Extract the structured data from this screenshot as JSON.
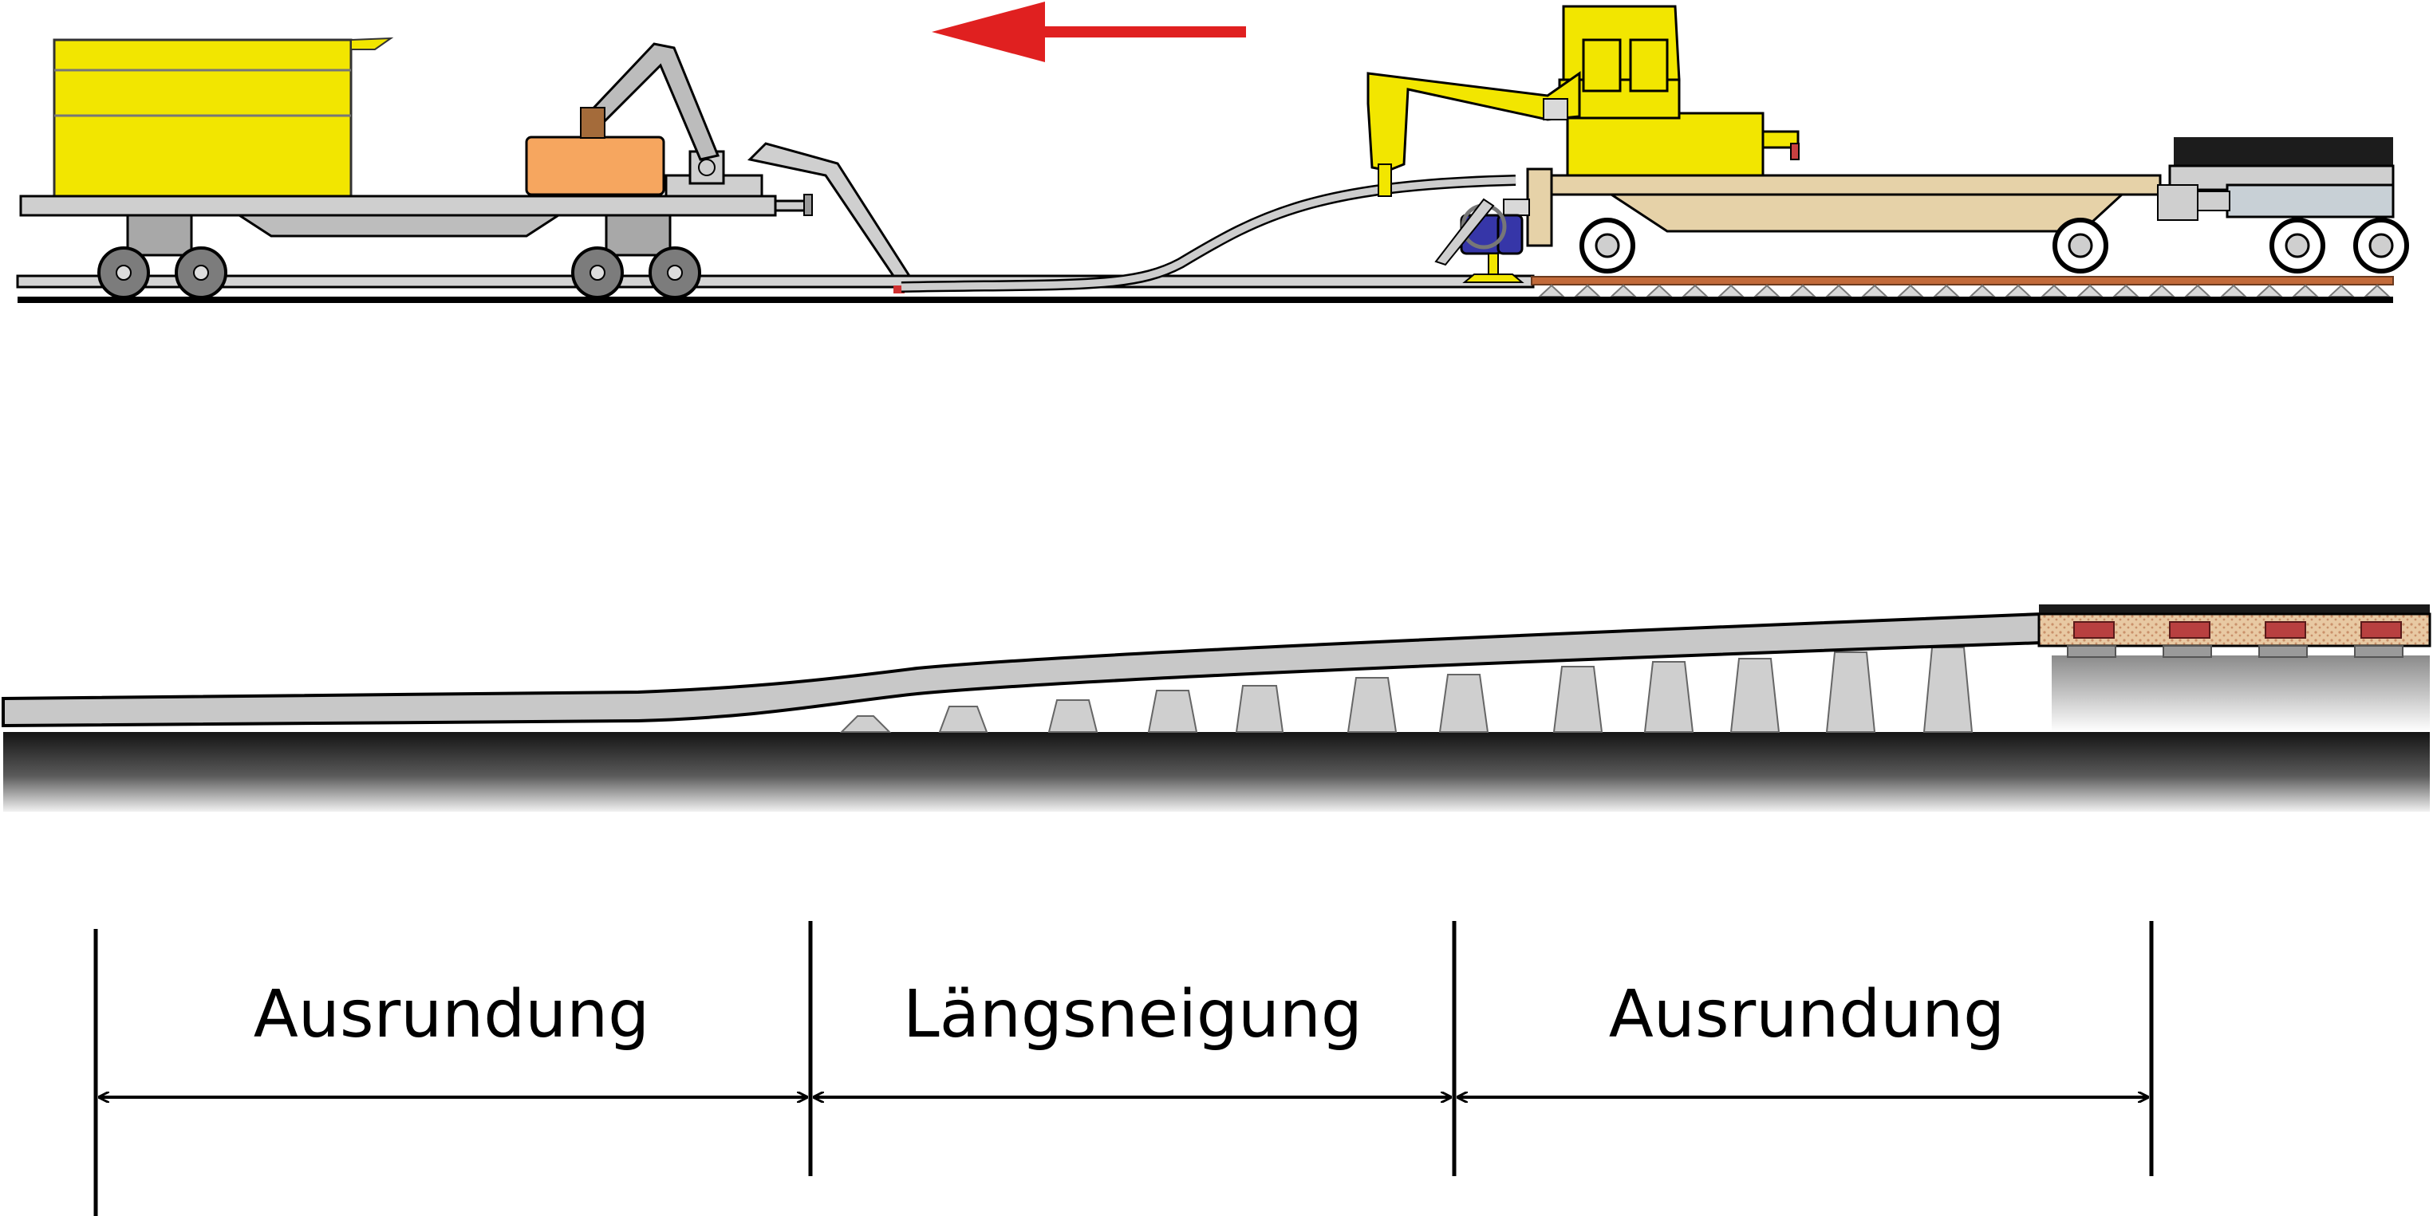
{
  "diagram": {
    "direction_arrow": {
      "color": "#e02020",
      "points": "left"
    },
    "colors": {
      "machine_yellow": "#f2e600",
      "excavator_orange": "#f6a65f",
      "wagon_grey": "#c8c8c8",
      "sleeper_beige": "#e6d2a8",
      "rail_brown": "#c26a3a",
      "ground_dark": "#1e1e1e"
    },
    "segments": [
      {
        "label": "Ausrundung"
      },
      {
        "label": "Längsneigung"
      },
      {
        "label": "Ausrundung"
      }
    ]
  }
}
